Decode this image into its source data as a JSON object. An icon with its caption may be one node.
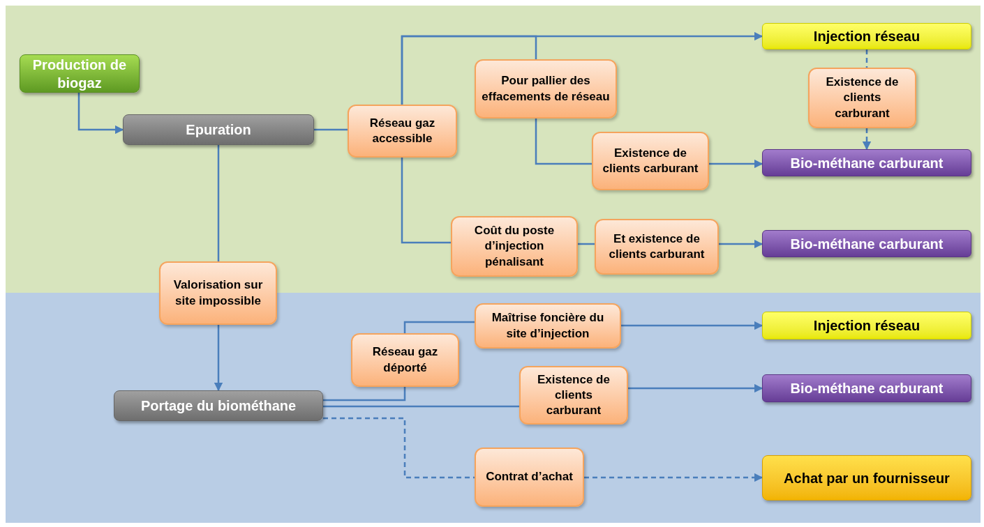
{
  "diagram": {
    "nodes": [
      {
        "text": [
          "Production de biogaz"
        ]
      },
      {
        "text": [
          "Epuration"
        ]
      },
      {
        "text": [
          "Réseau gaz accessible"
        ]
      },
      {
        "text": [
          "Pour pallier des effacements de réseau"
        ]
      },
      {
        "text": [
          "Injection réseau"
        ]
      },
      {
        "text": [
          "Existence de clients carburant"
        ]
      },
      {
        "text": [
          "Existence de clients carburant"
        ]
      },
      {
        "text": [
          "Bio-méthane carburant"
        ]
      },
      {
        "text": [
          "Coût du poste d’injection pénalisant"
        ]
      },
      {
        "text": [
          "Et existence de clients carburant"
        ]
      },
      {
        "text": [
          "Bio-méthane carburant"
        ]
      },
      {
        "text": [
          "Valorisation sur site impossible"
        ]
      },
      {
        "text": [
          "Maîtrise foncière du site d’injection"
        ]
      },
      {
        "text": [
          "Réseau gaz déporté"
        ]
      },
      {
        "text": [
          "Injection réseau"
        ]
      },
      {
        "text": [
          "Existence de clients carburant"
        ]
      },
      {
        "text": [
          "Bio-méthane carburant"
        ]
      },
      {
        "text": [
          "Portage du biométhane"
        ]
      },
      {
        "text": [
          "Contrat d’achat"
        ]
      },
      {
        "text": [
          "Achat par un fournisseur"
        ]
      }
    ],
    "edges": [
      {
        "from": 0,
        "to": 1,
        "arrow": "to"
      },
      {
        "from": 1,
        "to": 2,
        "arrow": "none"
      },
      {
        "from": 2,
        "to": 4,
        "arrow": "to"
      },
      {
        "from": 2,
        "to": 3,
        "arrow": "none"
      },
      {
        "from": 3,
        "to": 6,
        "arrow": "none"
      },
      {
        "from": 6,
        "to": 7,
        "arrow": "to"
      },
      {
        "from": 4,
        "to": 5,
        "arrow": "none",
        "style": "dashed"
      },
      {
        "from": 5,
        "to": 7,
        "arrow": "to",
        "style": "dashed"
      },
      {
        "from": 2,
        "to": 8,
        "arrow": "none"
      },
      {
        "from": 8,
        "to": 9,
        "arrow": "none"
      },
      {
        "from": 9,
        "to": 10,
        "arrow": "to"
      },
      {
        "from": 1,
        "to": 11,
        "arrow": "none"
      },
      {
        "from": 11,
        "to": 17,
        "arrow": "to"
      },
      {
        "from": 17,
        "to": 13,
        "arrow": "none"
      },
      {
        "from": 13,
        "to": 12,
        "arrow": "none"
      },
      {
        "from": 12,
        "to": 14,
        "arrow": "to"
      },
      {
        "from": 17,
        "to": 15,
        "arrow": "none"
      },
      {
        "from": 15,
        "to": 16,
        "arrow": "to"
      },
      {
        "from": 17,
        "to": 18,
        "arrow": "none",
        "style": "dashed"
      },
      {
        "from": 18,
        "to": 19,
        "arrow": "to",
        "style": "dashed"
      }
    ]
  }
}
